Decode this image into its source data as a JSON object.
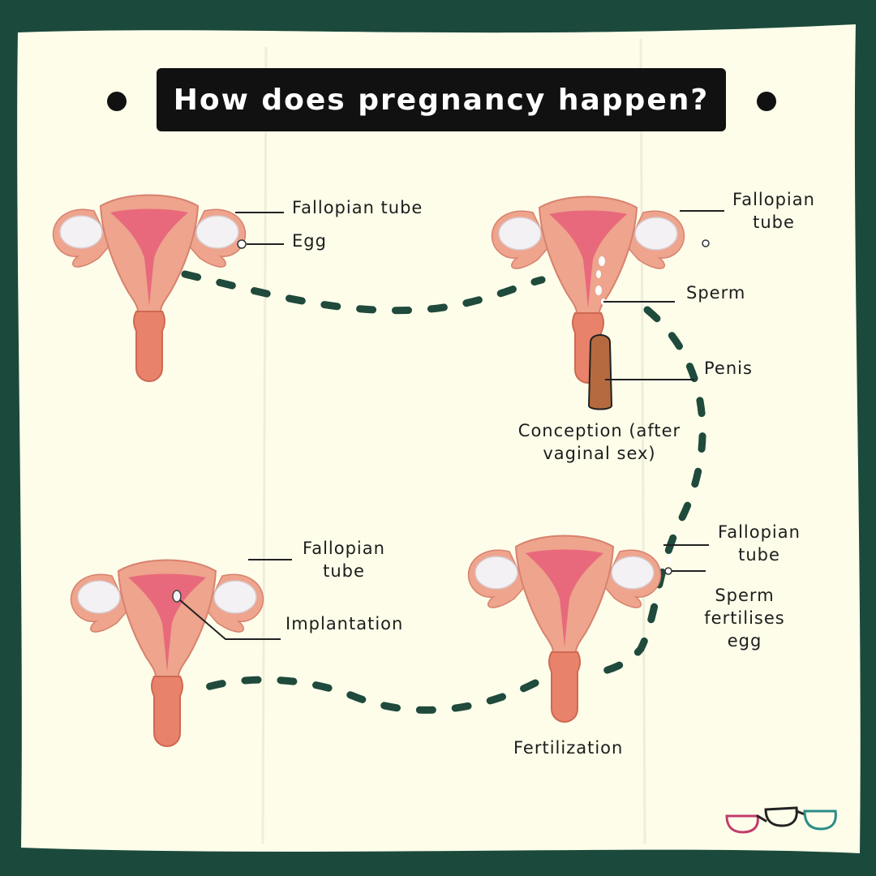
{
  "title": "How does pregnancy happen?",
  "stages": {
    "egg": {
      "fallopian_label": "Fallopian tube",
      "egg_label": "Egg"
    },
    "conception": {
      "fallopian_label_line1": "Fallopian",
      "fallopian_label_line2": "tube",
      "sperm_label": "Sperm",
      "penis_label": "Penis",
      "caption_line1": "Conception (after",
      "caption_line2": "vaginal sex)"
    },
    "fertilization": {
      "fallopian_label_line1": "Fallopian",
      "fallopian_label_line2": "tube",
      "fertilises_line1": "Sperm",
      "fertilises_line2": "fertilises",
      "fertilises_line3": "egg",
      "caption": "Fertilization"
    },
    "implantation": {
      "fallopian_label_line1": "Fallopian",
      "fallopian_label_line2": "tube",
      "implantation_label": "Implantation"
    }
  },
  "colors": {
    "background": "#1b4a3c",
    "paper": "#fdfdea",
    "banner": "#111111",
    "uterus_outer": "#eea48d",
    "uterus_inner": "#e8697c",
    "cervix": "#e9826b",
    "ovary": "#f3f1f3",
    "dashes": "#1f4a3c",
    "penis": "#b46a3e"
  },
  "logo_icon": "glasses-logo-icon"
}
